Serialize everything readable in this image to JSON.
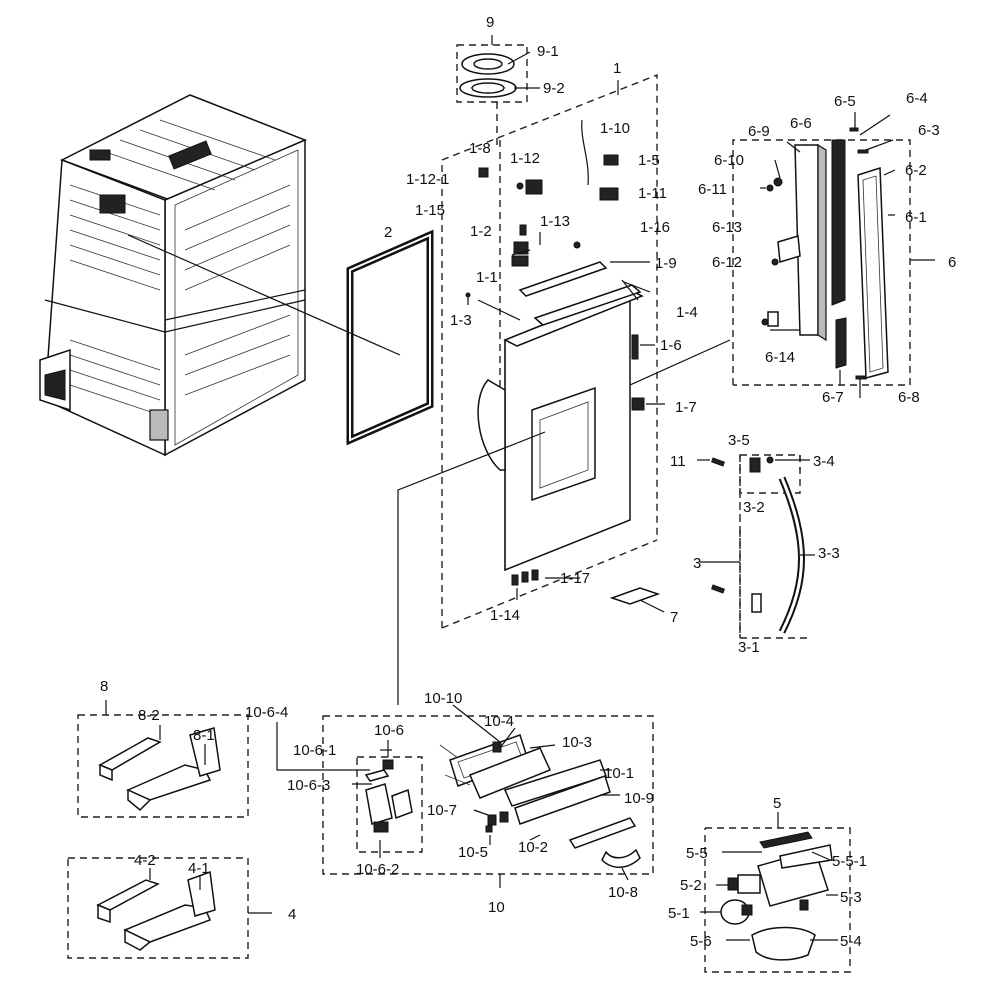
{
  "labels": {
    "l9": "9",
    "l9_1": "9-1",
    "l9_2": "9-2",
    "l1": "1",
    "l1_1": "1-1",
    "l1_2": "1-2",
    "l1_3": "1-3",
    "l1_4": "1-4",
    "l1_5": "1-5",
    "l1_6": "1-6",
    "l1_7": "1-7",
    "l1_8": "1-8",
    "l1_9": "1-9",
    "l1_10": "1-10",
    "l1_11": "1-11",
    "l1_12": "1-12",
    "l1_12_1": "1-12-1",
    "l1_13": "1-13",
    "l1_14": "1-14",
    "l1_15": "1-15",
    "l1_16": "1-16",
    "l1_17": "1-17",
    "l2": "2",
    "l3": "3",
    "l3_1": "3-1",
    "l3_2": "3-2",
    "l3_3": "3-3",
    "l3_4": "3-4",
    "l3_5": "3-5",
    "l4": "4",
    "l4_1": "4-1",
    "l4_2": "4-2",
    "l5": "5",
    "l5_1": "5-1",
    "l5_2": "5-2",
    "l5_3": "5-3",
    "l5_4": "5-4",
    "l5_5": "5-5",
    "l5_5_1": "5-5-1",
    "l5_6": "5-6",
    "l6": "6",
    "l6_1": "6-1",
    "l6_2": "6-2",
    "l6_3": "6-3",
    "l6_4": "6-4",
    "l6_5": "6-5",
    "l6_6": "6-6",
    "l6_7": "6-7",
    "l6_8": "6-8",
    "l6_9": "6-9",
    "l6_10": "6-10",
    "l6_11": "6-11",
    "l6_12": "6-12",
    "l6_13": "6-13",
    "l6_14": "6-14",
    "l7": "7",
    "l8": "8",
    "l8_1": "8-1",
    "l8_2": "8-2",
    "l10": "10",
    "l10_1": "10-1",
    "l10_2": "10-2",
    "l10_3": "10-3",
    "l10_4": "10-4",
    "l10_5": "10-5",
    "l10_6": "10-6",
    "l10_6_1": "10-6-1",
    "l10_6_2": "10-6-2",
    "l10_6_3": "10-6-3",
    "l10_6_4": "10-6-4",
    "l10_7": "10-7",
    "l10_8": "10-8",
    "l10_9": "10-9",
    "l10_10": "10-10",
    "l11": "11"
  }
}
